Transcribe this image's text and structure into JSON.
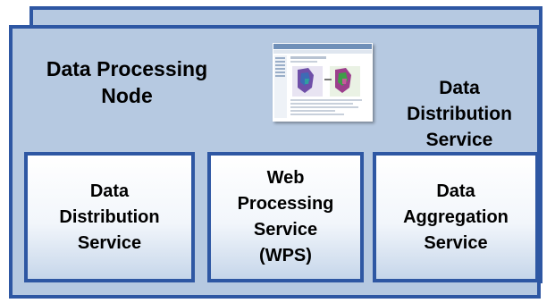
{
  "node": {
    "title": "Data Processing\nNode",
    "distribution_label": "Data\nDistribution\nService"
  },
  "thumbnail": {
    "kind": "browser screenshot with map images"
  },
  "services": [
    {
      "label": "Data\nDistribution\nService"
    },
    {
      "label": "Web\nProcessing\nService\n(WPS)"
    },
    {
      "label": "Data\nAggregation\nService"
    }
  ],
  "colors": {
    "border": "#2e57a3",
    "panel_fill": "#b6c9e1",
    "box_fill": "#f2f6fb"
  }
}
